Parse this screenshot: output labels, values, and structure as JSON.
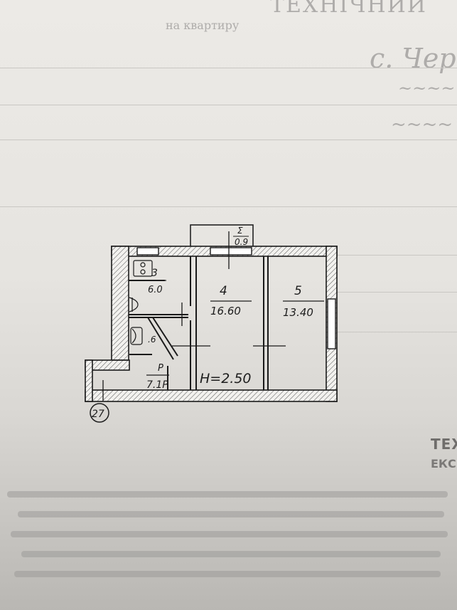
{
  "header": {
    "title": "ТЕХНІЧНИЙ",
    "subtitle": "на квартиру"
  },
  "plan": {
    "balcony_area": {
      "index": "Σ",
      "area": "0.9"
    },
    "rooms": [
      {
        "id": "3",
        "number": "3",
        "area": "6.0"
      },
      {
        "id": "4",
        "number": "4",
        "area": "16.60"
      },
      {
        "id": "5",
        "number": "5",
        "area": "13.40"
      },
      {
        "id": "6",
        "number": "",
        "area": ".6"
      },
      {
        "id": "7",
        "number": "P",
        "area": "7.1P"
      }
    ],
    "ceiling_height": "H=2.50",
    "apartment_number": "27"
  },
  "section": {
    "title": "ТЕХНІЧНА ХАРАКТЕРИСТИКА КВАРТИРИ",
    "subtitle": "ЕКСПЛІКАЦІЯ"
  }
}
